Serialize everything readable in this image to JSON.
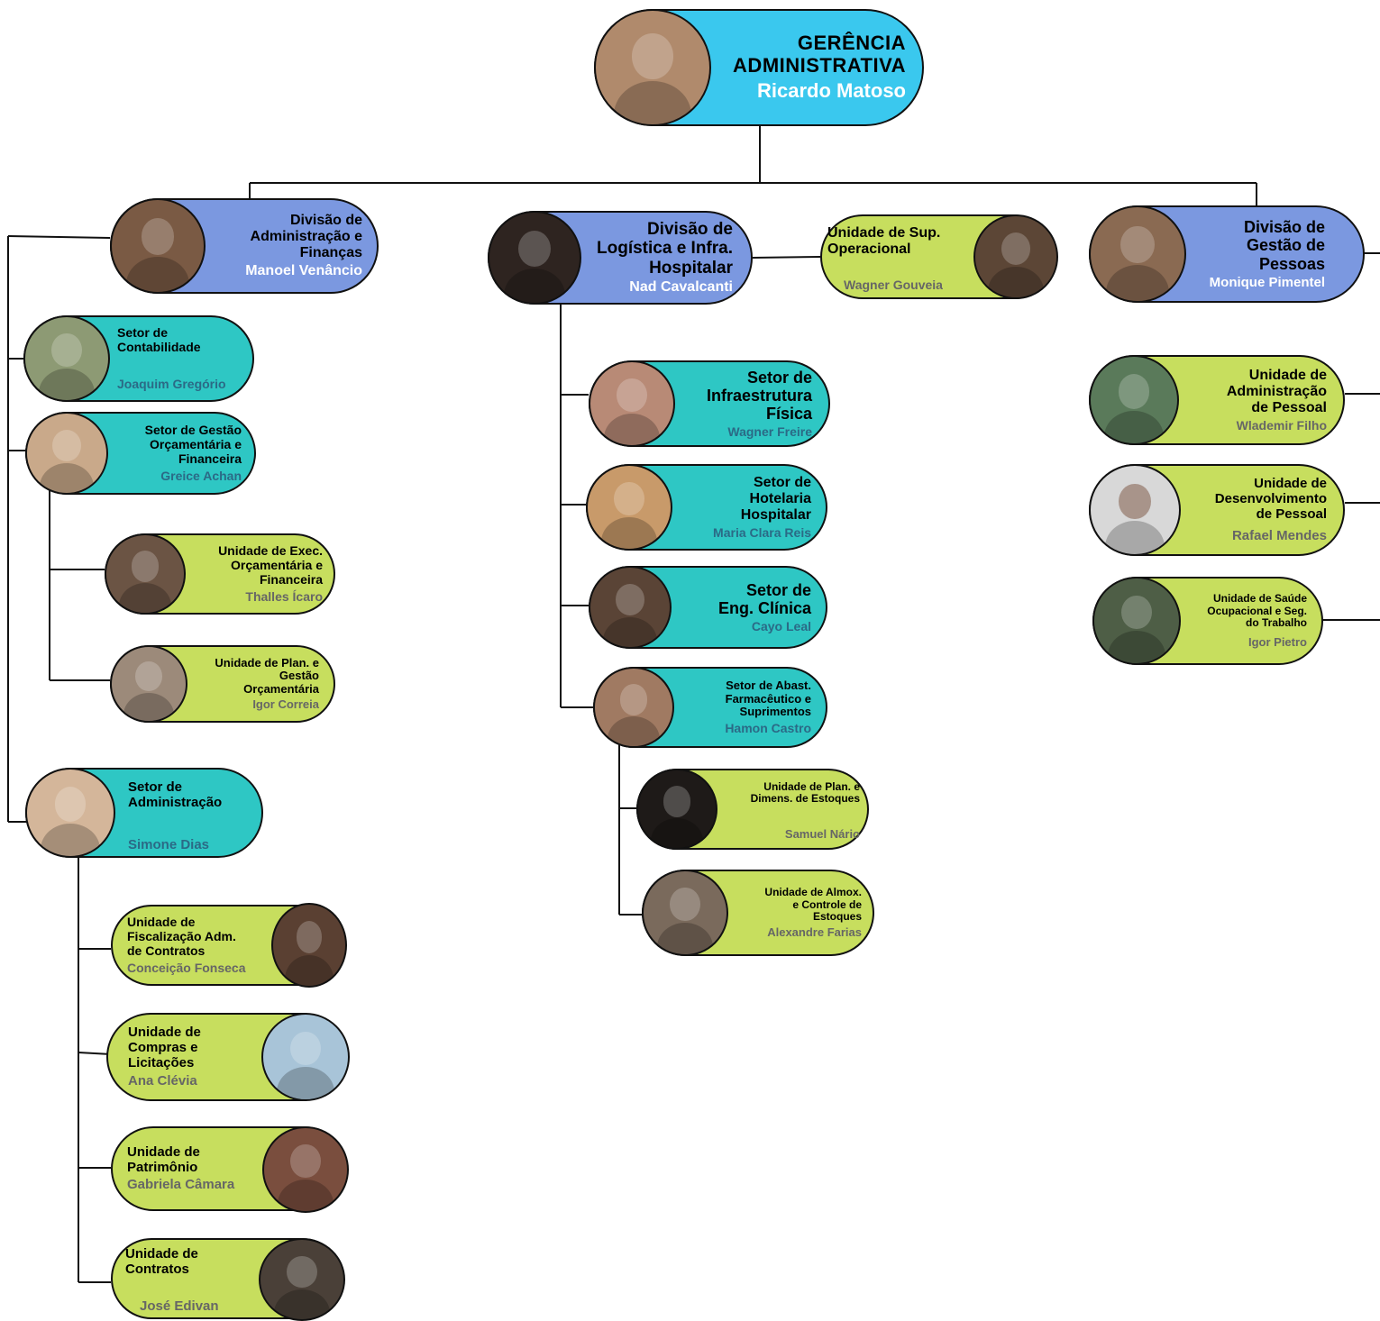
{
  "head": {
    "title": "GERÊNCIA\nADMINISTRATIVA",
    "name": "Ricardo Matoso"
  },
  "div_admin": {
    "title": "Divisão de\nAdministração e\nFinanças",
    "name": "Manoel Venâncio"
  },
  "setor_contabilidade": {
    "title": "Setor de\nContabilidade",
    "name": "Joaquim Gregório"
  },
  "setor_gestao_orc": {
    "title": "Setor de Gestão\nOrçamentária e\nFinanceira",
    "name": "Greice Achan"
  },
  "un_exec_orc": {
    "title": "Unidade de Exec.\nOrçamentária e\nFinanceira",
    "name": "Thalles Ícaro"
  },
  "un_plan_gestao": {
    "title": "Unidade de Plan. e\nGestão\nOrçamentária",
    "name": "Igor Correia"
  },
  "setor_administracao": {
    "title": "Setor de\nAdministração",
    "name": "Simone Dias"
  },
  "un_fiscalizacao": {
    "title": "Unidade de\nFiscalização Adm.\nde Contratos",
    "name": "Conceição Fonseca"
  },
  "un_compras": {
    "title": "Unidade de\nCompras e\nLicitações",
    "name": "Ana Clévia"
  },
  "un_patrimonio": {
    "title": "Unidade de\nPatrimônio",
    "name": "Gabriela Câmara"
  },
  "un_contratos": {
    "title": "Unidade de\nContratos",
    "name": "José Edivan"
  },
  "div_logistica": {
    "title": "Divisão de\nLogística e Infra.\nHospitalar",
    "name": "Nad Cavalcanti"
  },
  "un_sup_operacional": {
    "title": "Unidade de Sup.\nOperacional",
    "name": "Wagner Gouveia"
  },
  "setor_infraestrutura": {
    "title": "Setor de\nInfraestrutura\nFísica",
    "name": "Wagner Freire"
  },
  "setor_hotelaria": {
    "title": "Setor de\nHotelaria\nHospitalar",
    "name": "Maria Clara Reis"
  },
  "setor_eng_clinica": {
    "title": "Setor de\nEng. Clínica",
    "name": "Cayo Leal"
  },
  "setor_abast": {
    "title": "Setor de Abast.\nFarmacêutico e\nSuprimentos",
    "name": "Hamon Castro"
  },
  "un_plan_dimens": {
    "title": "Unidade de Plan. e\nDimens. de Estoques",
    "name": "Samuel Nário"
  },
  "un_almox": {
    "title": "Unidade de Almox.\ne Controle de\nEstoques",
    "name": "Alexandre Farias"
  },
  "div_pessoas": {
    "title": "Divisão de\nGestão de\nPessoas",
    "name": "Monique Pimentel"
  },
  "un_adm_pessoal": {
    "title": "Unidade de\nAdministração\nde Pessoal",
    "name": "Wlademir Filho"
  },
  "un_desenv_pessoal": {
    "title": "Unidade de\nDesenvolvimento\nde Pessoal",
    "name": "Rafael Mendes"
  },
  "un_saude_ocup": {
    "title": "Unidade de Saúde\nOcupacional e Seg.\ndo Trabalho",
    "name": "Igor Pietro"
  },
  "colors": {
    "top": "#3ac8ee",
    "division": "#7b98e0",
    "sector": "#2ec7c4",
    "unit": "#c7de5e",
    "name_on_blue": "#ffffff",
    "name_on_teal": "#2b6a86",
    "name_on_lime": "#666666"
  }
}
